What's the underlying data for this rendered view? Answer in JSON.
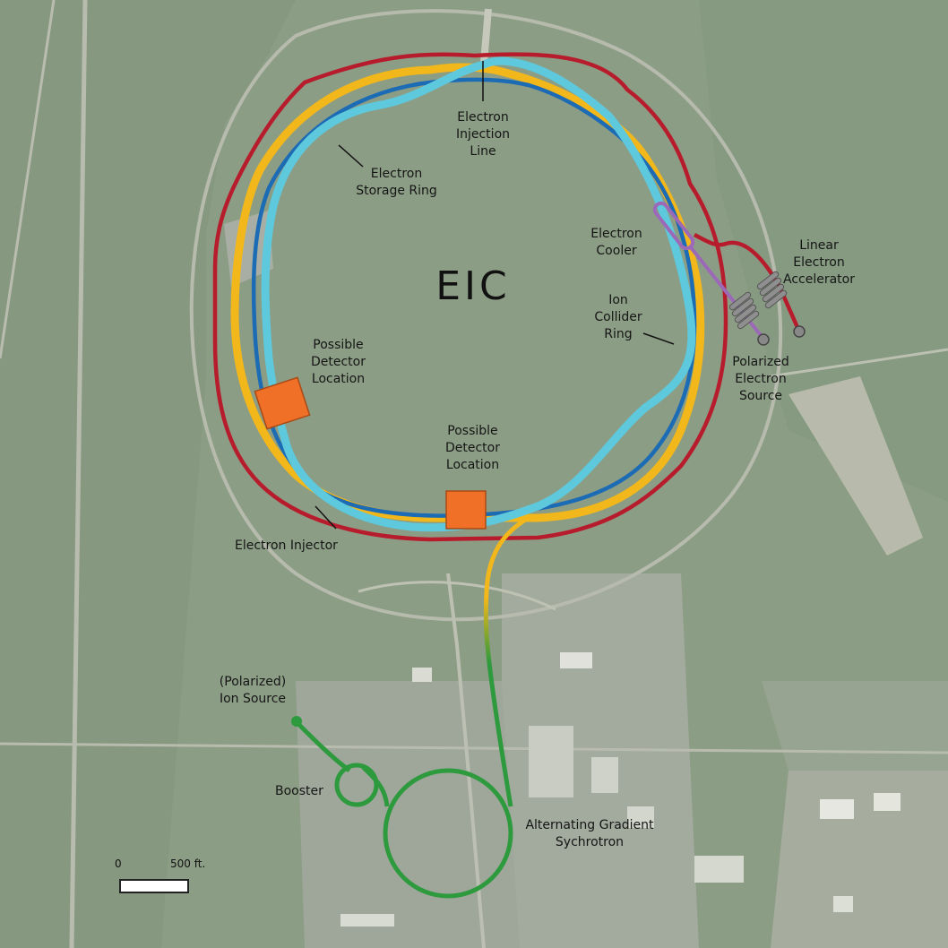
{
  "title": "EIC",
  "colors": {
    "electron_injector": "#b71c2c",
    "electron_storage_ring": "#1c6bb5",
    "ion_collider_ring": "#f2b71a",
    "electron_injection_line": "#5ec8dc",
    "electron_cooler": "#9b69b8",
    "detector": "#f07028",
    "ion_chain": "#2e9a3e"
  },
  "labels": {
    "electron_injection_line": [
      "Electron",
      "Injection",
      "Line"
    ],
    "electron_storage_ring": [
      "Electron",
      "Storage Ring"
    ],
    "electron_cooler": [
      "Electron",
      "Cooler"
    ],
    "linear_electron_accelerator": [
      "Linear",
      "Electron",
      "Accelerator"
    ],
    "ion_collider_ring": [
      "Ion",
      "Collider",
      "Ring"
    ],
    "polarized_electron_source": [
      "Polarized",
      "Electron",
      "Source"
    ],
    "detector_left": [
      "Possible",
      "Detector",
      "Location"
    ],
    "detector_bottom": [
      "Possible",
      "Detector",
      "Location"
    ],
    "electron_injector": "Electron Injector",
    "polarized_ion_source": [
      "(Polarized)",
      "Ion Source"
    ],
    "booster": "Booster",
    "ags": [
      "Alternating Gradient",
      "Sychrotron"
    ]
  },
  "scale": {
    "start": "0",
    "end": "500 ft."
  }
}
